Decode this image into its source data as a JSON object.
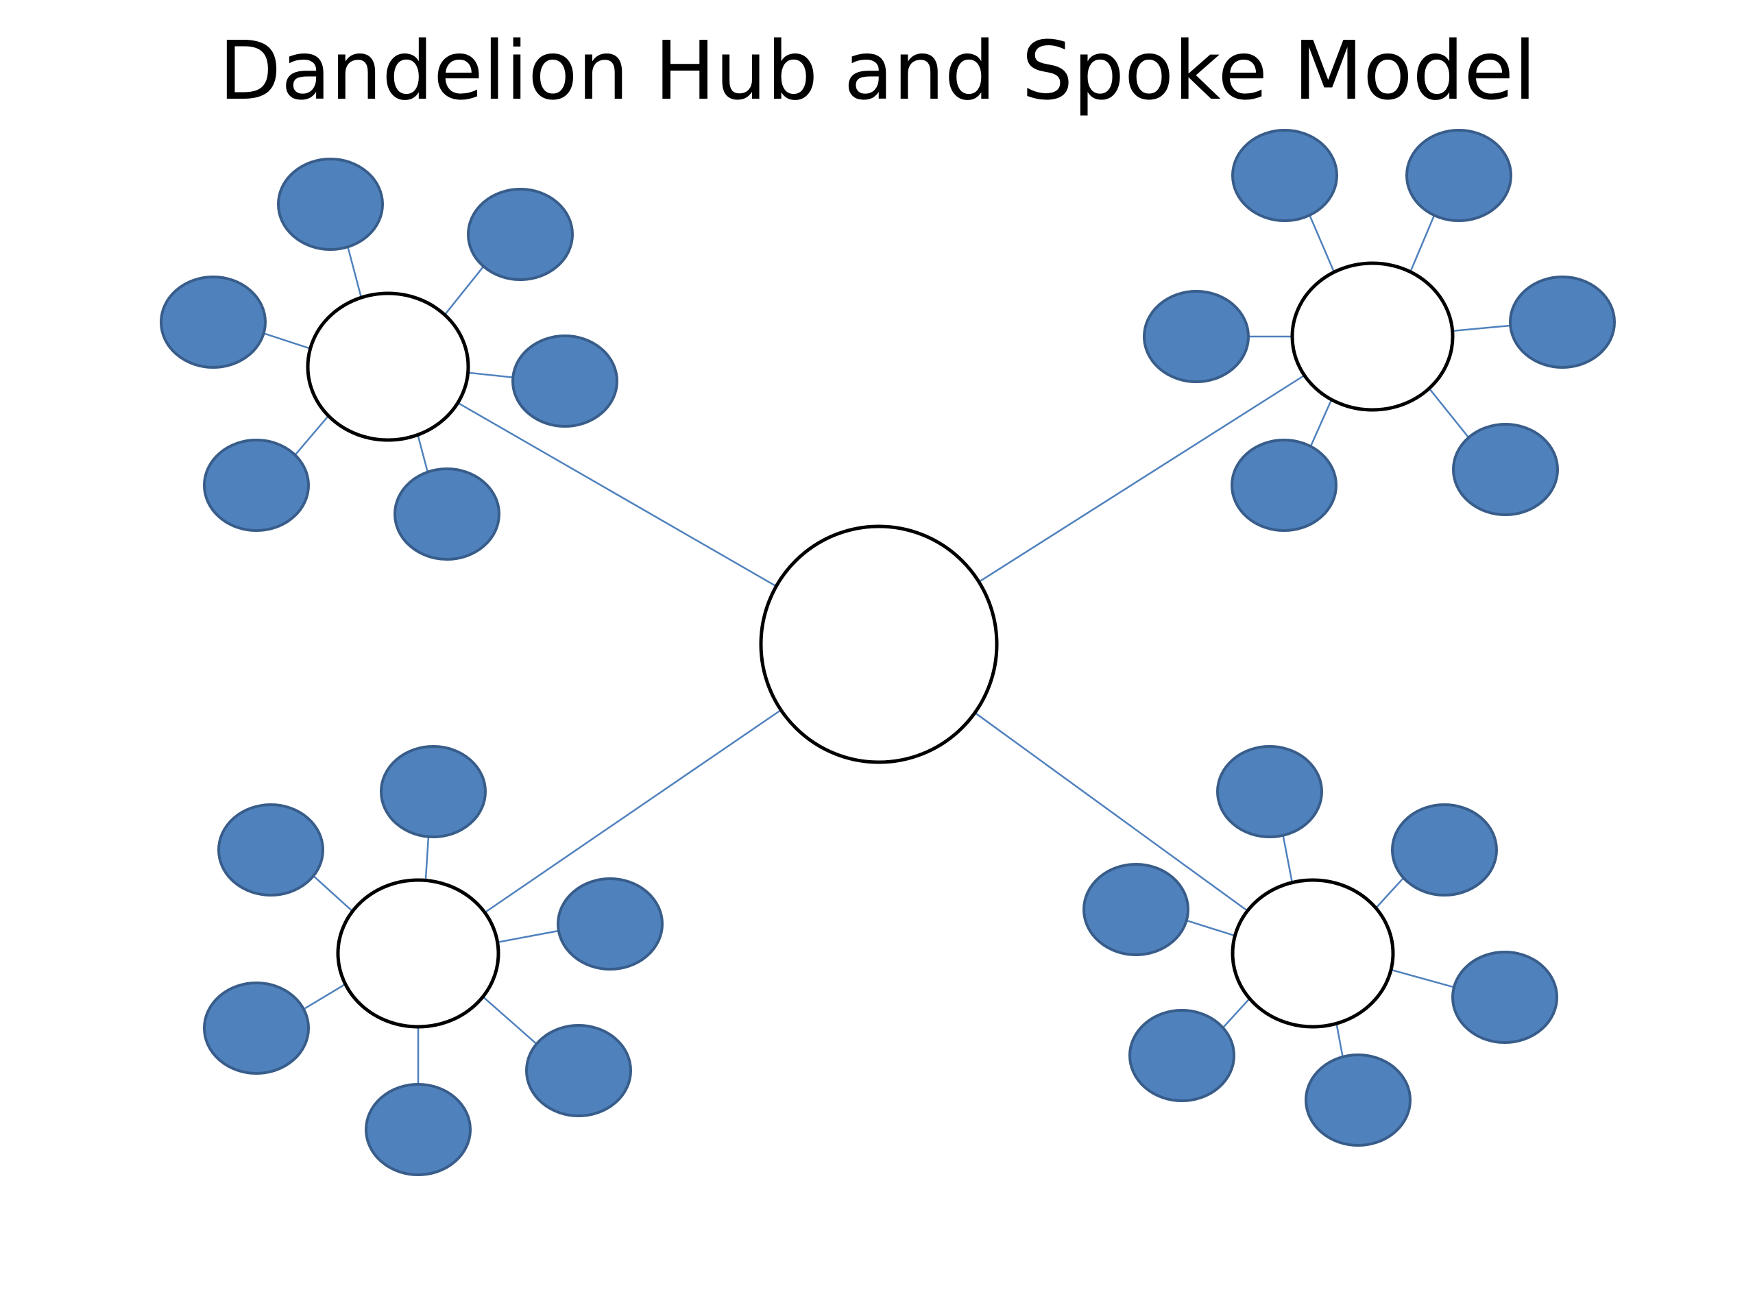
{
  "title": "Dandelion Hub and Spoke Model",
  "colors": {
    "background": "#ffffff",
    "hub_fill": "#ffffff",
    "hub_stroke": "#000000",
    "leaf_fill": "#4f81bd",
    "leaf_stroke": "#385d8a",
    "connector": "#4f81bd",
    "title_text": "#000000"
  },
  "diagram": {
    "central_hub": {
      "label": ""
    },
    "clusters": [
      {
        "label": "",
        "leaf_count": 6
      },
      {
        "label": "",
        "leaf_count": 6
      },
      {
        "label": "",
        "leaf_count": 6
      },
      {
        "label": "",
        "leaf_count": 6
      }
    ]
  }
}
